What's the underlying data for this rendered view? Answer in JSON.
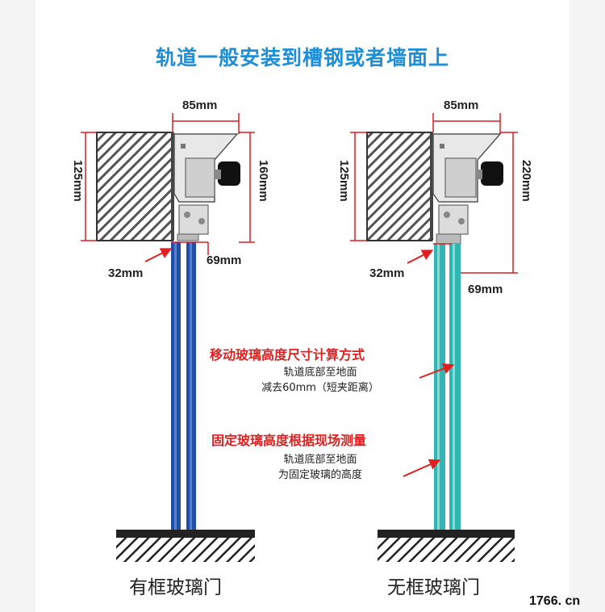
{
  "title": "轨道一般安装到槽钢或者墙面上",
  "left_diagram": {
    "dim_top": "85mm",
    "dim_left": "125mm",
    "dim_right": "160mm",
    "dim_bottom_left": "32mm",
    "dim_bottom_right": "69mm",
    "caption": "有框玻璃门",
    "glass_color": "#1f4fa8"
  },
  "right_diagram": {
    "dim_top": "85mm",
    "dim_left": "125mm",
    "dim_right": "220mm",
    "dim_bottom_left": "32mm",
    "dim_bottom_right": "69mm",
    "caption": "无框玻璃门",
    "glass_color": "#31b7b3"
  },
  "annotations": {
    "moving_heading": "移动玻璃高度尺寸计算方式",
    "moving_line1": "轨道底部至地面",
    "moving_line2": "减去60mm（短夹距离）",
    "fixed_heading": "固定玻璃高度根据现场测量",
    "fixed_line1": "轨道底部至地面",
    "fixed_line2": "为固定玻璃的高度"
  },
  "watermark": "1766. cn",
  "colors": {
    "title": "#1e8fd6",
    "annotation_red": "#e02020",
    "dimension_line": "#d81f26"
  }
}
